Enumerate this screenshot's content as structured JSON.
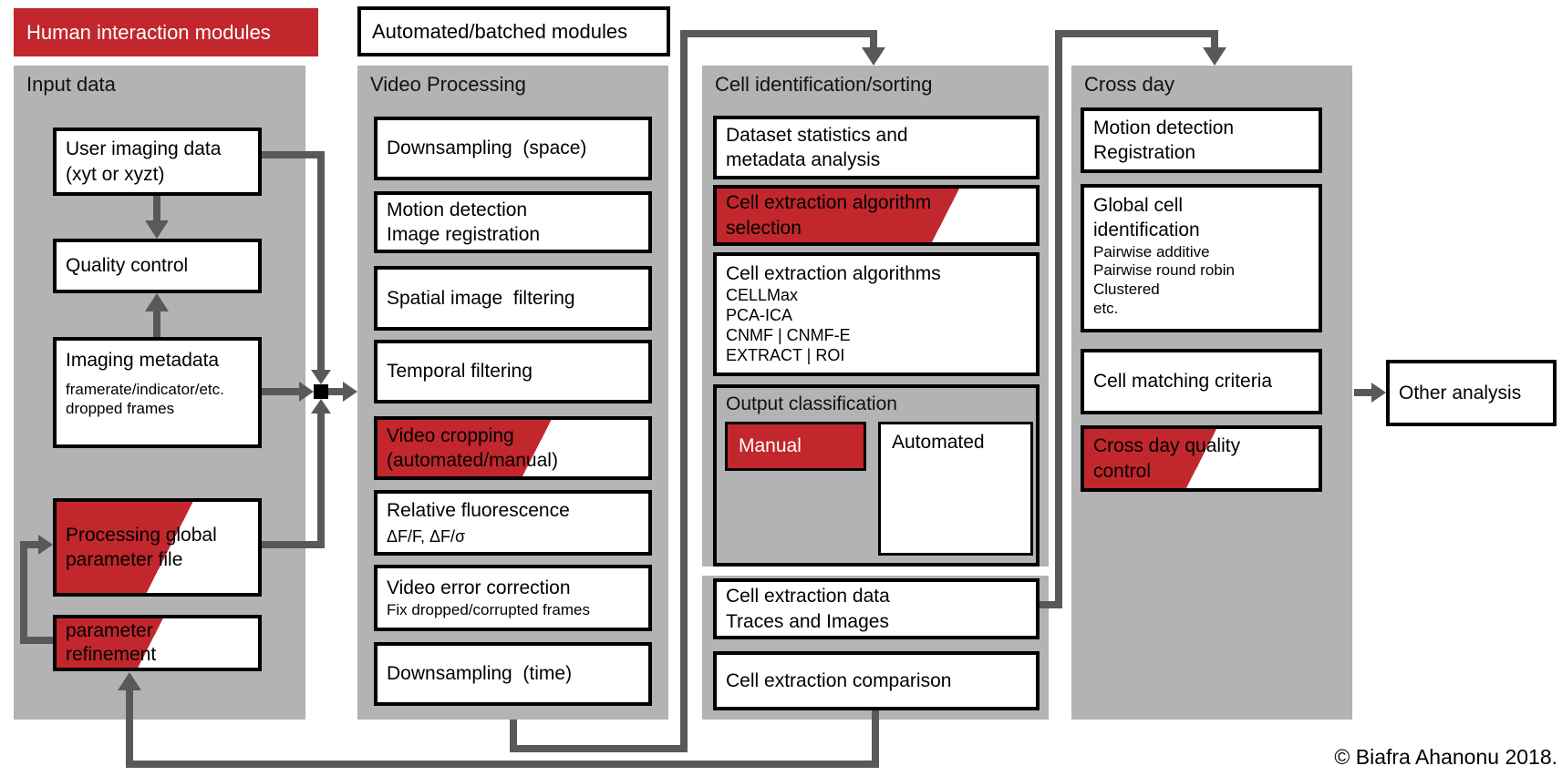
{
  "colors": {
    "accent_red": "#c1272d",
    "panel_gray": "#b3b3b3",
    "connector_gray": "#58595b"
  },
  "legend": {
    "human_label": "Human interaction modules",
    "automated_label": "Automated/batched modules"
  },
  "input": {
    "title": "Input data",
    "user_imaging": {
      "l1": "User imaging data",
      "l2": "(xyt or xyzt)"
    },
    "quality_control": {
      "l1": "Quality control"
    },
    "imaging_metadata": {
      "l1": "Imaging metadata",
      "s1": "framerate/indicator/etc.",
      "s2": "dropped frames"
    },
    "processing_global": {
      "l1": "Processing global",
      "l2": "parameter file"
    },
    "parameter_refinement": {
      "l1": "parameter",
      "l2": "refinement"
    }
  },
  "video": {
    "title": "Video Processing",
    "downsampling_space": {
      "l1": "Downsampling  (space)"
    },
    "motion_detection": {
      "l1": "Motion detection",
      "l2": "Image registration"
    },
    "spatial_filtering": {
      "l1": "Spatial image  filtering"
    },
    "temporal_filtering": {
      "l1": "Temporal filtering"
    },
    "video_cropping": {
      "l1": "Video cropping",
      "l2": "(automated/manual)"
    },
    "relative_fluorescence": {
      "l1": "Relative fluorescence",
      "s1": "ΔF/F, ΔF/σ"
    },
    "video_error": {
      "l1": "Video error correction",
      "s1": "Fix dropped/corrupted frames"
    },
    "downsampling_time": {
      "l1": "Downsampling  (time)"
    }
  },
  "cells": {
    "title": "Cell identification/sorting",
    "dataset_stats": {
      "l1": "Dataset statistics and",
      "l2": "metadata analysis"
    },
    "algorithm_selection": {
      "l1": "Cell extraction algorithm",
      "l2": "selection"
    },
    "algorithms": {
      "l1": "Cell extraction algorithms",
      "s1": "CELLMax",
      "s2": "PCA-ICA",
      "s3": "CNMF | CNMF-E",
      "s4": "EXTRACT | ROI"
    },
    "output_classification": {
      "title": "Output classification",
      "manual": "Manual",
      "automated": "Automated"
    },
    "extraction_data": {
      "l1": "Cell extraction data",
      "l2": "Traces and Images"
    },
    "extraction_comparison": {
      "l1": "Cell extraction comparison"
    }
  },
  "crossday": {
    "title": "Cross day",
    "motion_registration": {
      "l1": "Motion detection",
      "l2": "Registration"
    },
    "global_cell": {
      "l1": "Global cell",
      "l2": "identification",
      "s1": "Pairwise additive",
      "s2": "Pairwise round robin",
      "s3": "Clustered",
      "s4": "etc."
    },
    "matching_criteria": {
      "l1": "Cell matching criteria"
    },
    "quality_control": {
      "l1": "Cross day quality",
      "l2": "control"
    }
  },
  "other_analysis": {
    "l1": "Other analysis"
  },
  "footer": {
    "copyright": "© Biafra Ahanonu 2018."
  }
}
